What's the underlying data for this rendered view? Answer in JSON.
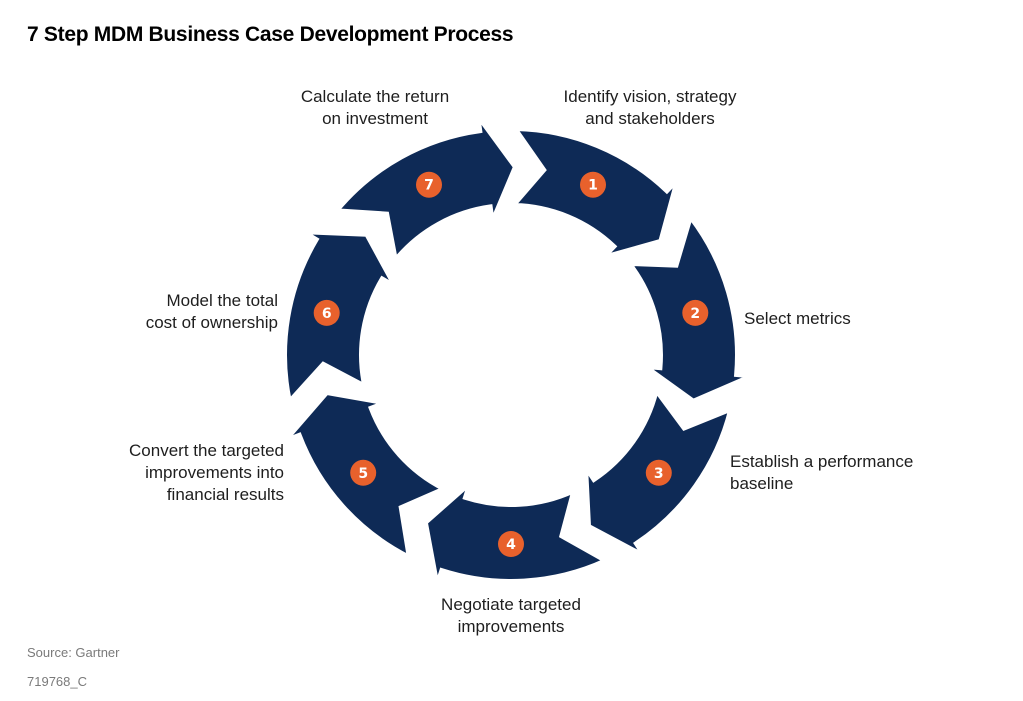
{
  "title": "7 Step MDM Business Case Development Process",
  "colors": {
    "arrow": "#0e2a56",
    "badge": "#e8612c",
    "badge_text": "#ffffff",
    "text": "#1e1e1e",
    "footer": "#7a7a7a"
  },
  "steps": [
    {
      "number": "1",
      "lines": [
        "Identify vision, strategy",
        "and stakeholders"
      ]
    },
    {
      "number": "2",
      "lines": [
        "Select metrics"
      ]
    },
    {
      "number": "3",
      "lines": [
        "Establish a performance",
        "baseline"
      ]
    },
    {
      "number": "4",
      "lines": [
        "Negotiate targeted",
        "improvements"
      ]
    },
    {
      "number": "5",
      "lines": [
        "Convert the targeted",
        "improvements into",
        "financial results"
      ]
    },
    {
      "number": "6",
      "lines": [
        "Model the total",
        "cost of ownership"
      ]
    },
    {
      "number": "7",
      "lines": [
        "Calculate the return",
        "on investment"
      ]
    }
  ],
  "footer": {
    "source": "Source: Gartner",
    "id": "719768_C"
  }
}
